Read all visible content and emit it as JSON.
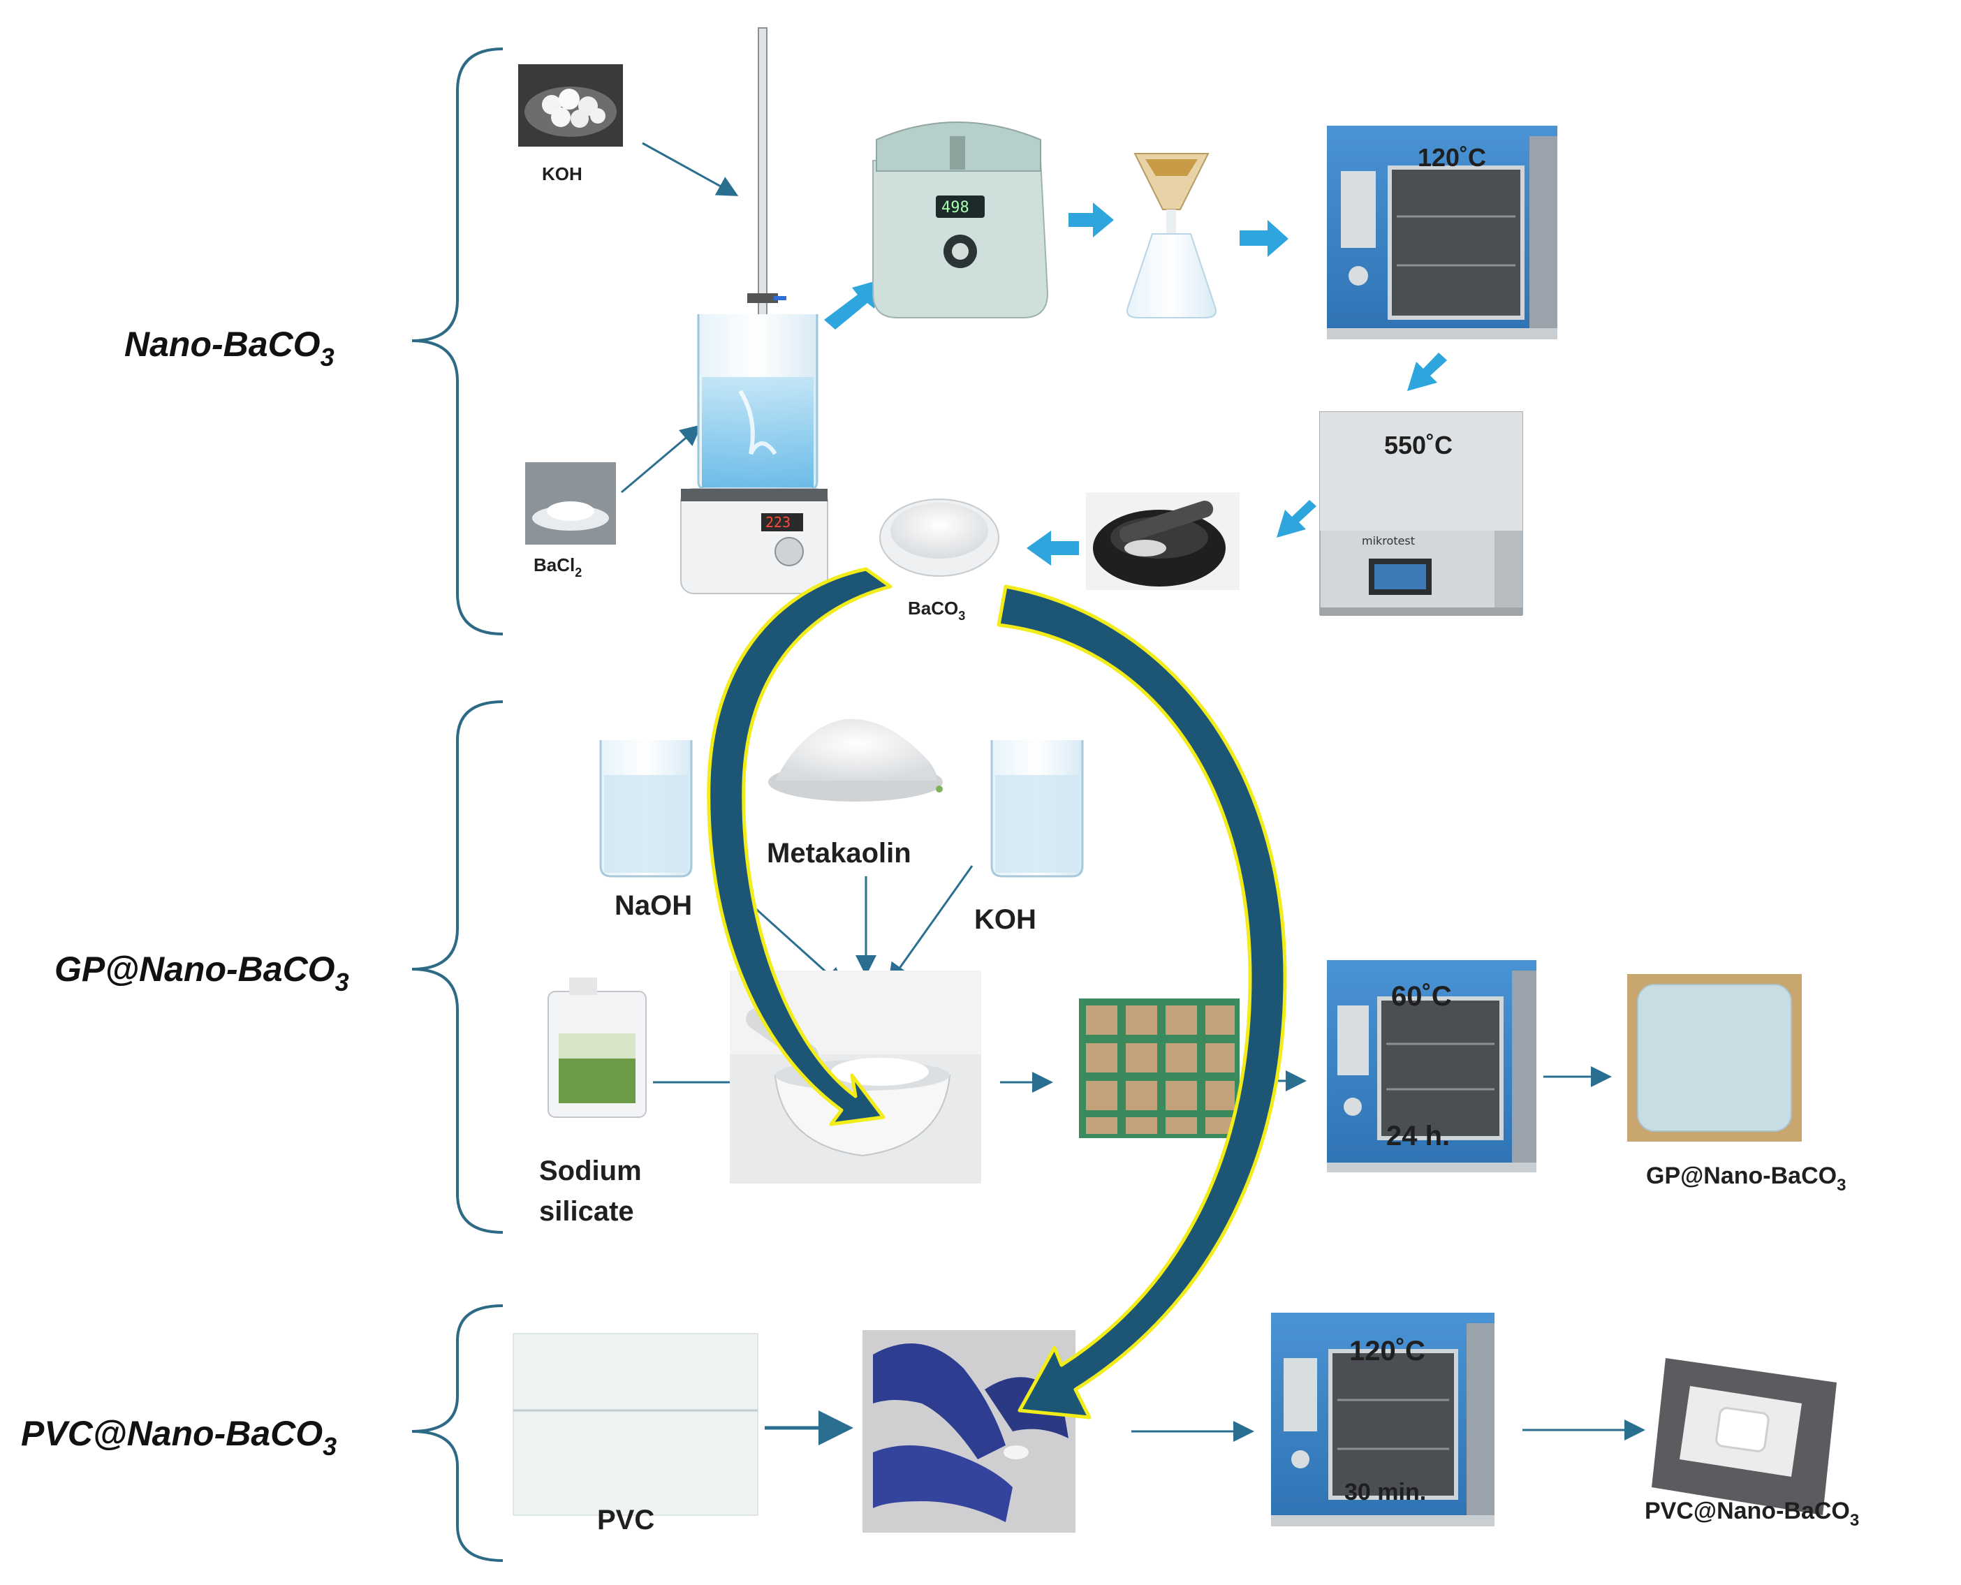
{
  "sections": {
    "nano": {
      "prefix": "Nano-BaCO",
      "sub": "3"
    },
    "gp": {
      "prefix": "GP@Nano-BaCO",
      "sub": "3"
    },
    "pvc": {
      "prefix": "PVC@Nano-BaCO",
      "sub": "3"
    }
  },
  "row1": {
    "koh": "KOH",
    "bacl2": "BaCl",
    "bacl2_sub": "2",
    "oven_temp": "120˚C",
    "furnace_temp": "550˚C",
    "furnace_brand": "mikrotest",
    "baco3": "BaCO",
    "baco3_sub": "3"
  },
  "row2": {
    "naoh": "NaOH",
    "metakaolin": "Metakaolin",
    "koh": "KOH",
    "sodium_line1": "Sodium",
    "sodium_line2": "silicate",
    "oven_temp": "60˚C",
    "oven_time": "24 h.",
    "product": "GP@Nano-BaCO",
    "product_sub": "3"
  },
  "row3": {
    "pvc": "PVC",
    "oven_temp": "120˚C",
    "oven_time": "30 min.",
    "product": "PVC@Nano-BaCO",
    "product_sub": "3"
  },
  "colors": {
    "process_arrow": "#2ea5dc",
    "flow_line": "#2a6f8f",
    "big_arrow_fill": "#1d5674",
    "big_arrow_outline": "#f2ec1a",
    "oven_blue": "#3f86c6"
  }
}
